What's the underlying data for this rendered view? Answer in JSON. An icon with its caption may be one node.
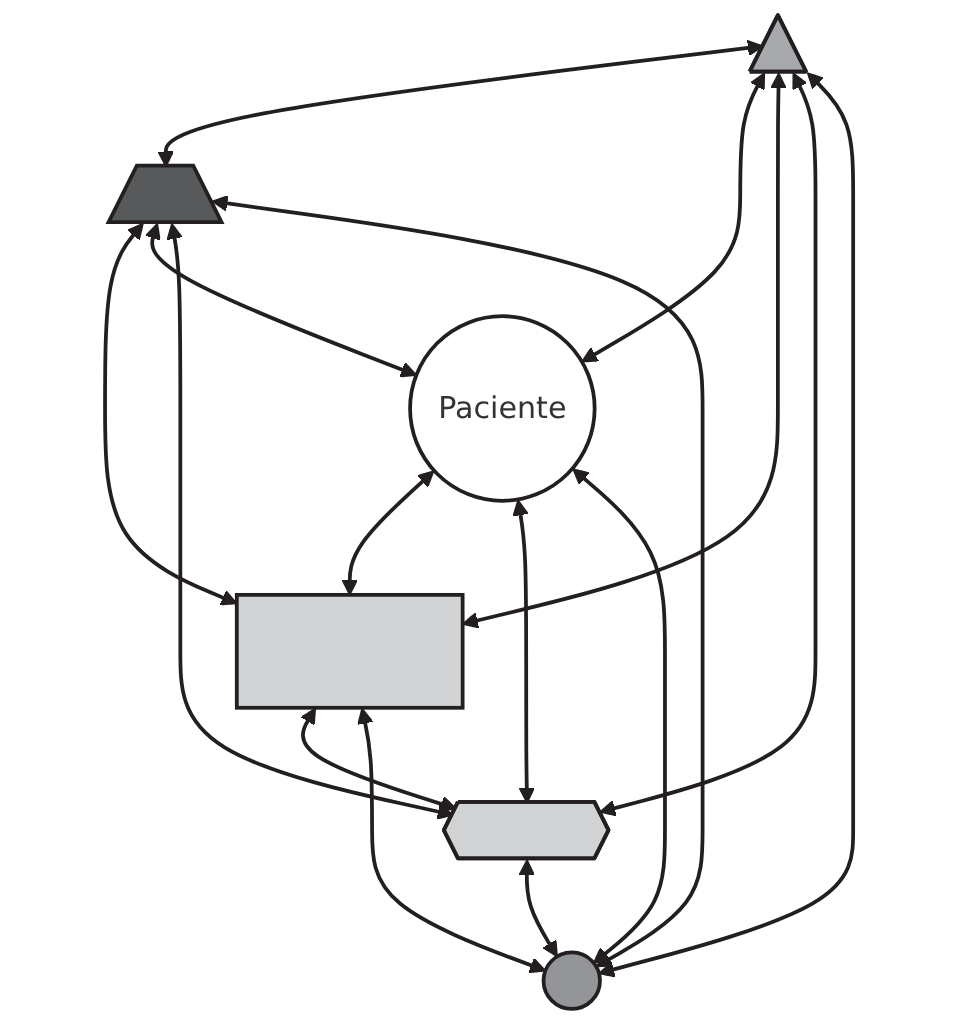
{
  "diagram": {
    "nodes": [
      {
        "text": [],
        "shape": "triangle"
      },
      {
        "text": [],
        "shape": "box"
      },
      {
        "text": [],
        "shape": "pentagon"
      },
      {
        "text": [
          "Paciente"
        ]
      },
      {
        "text": [],
        "shape": "hexagon"
      },
      {
        "text": [],
        "shape": "circle"
      }
    ],
    "edges": [
      {
        "from": 0,
        "to": 2,
        "arrow": "both"
      },
      {
        "from": 0,
        "to": 3,
        "arrow": "both"
      },
      {
        "from": 0,
        "to": 1,
        "arrow": "both"
      },
      {
        "from": 0,
        "to": 4,
        "arrow": "both"
      },
      {
        "from": 0,
        "to": 5,
        "arrow": "both"
      },
      {
        "from": 2,
        "to": 1,
        "arrow": "both"
      },
      {
        "from": 2,
        "to": 3,
        "arrow": "both"
      },
      {
        "from": 2,
        "to": 4,
        "arrow": "both"
      },
      {
        "from": 2,
        "to": 5,
        "arrow": "both"
      },
      {
        "from": 3,
        "to": 1,
        "arrow": "both"
      },
      {
        "from": 3,
        "to": 4,
        "arrow": "both"
      },
      {
        "from": 3,
        "to": 5,
        "arrow": "both"
      },
      {
        "from": 1,
        "to": 4,
        "arrow": "both"
      },
      {
        "from": 1,
        "to": 5,
        "arrow": "both"
      },
      {
        "from": 4,
        "to": 5,
        "arrow": "both"
      }
    ]
  }
}
